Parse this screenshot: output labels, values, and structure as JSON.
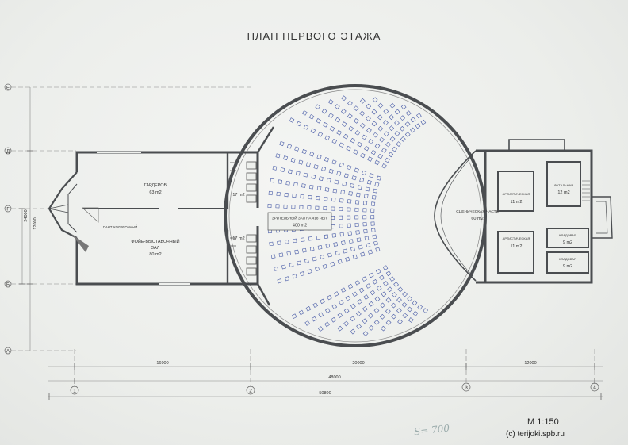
{
  "title": "ПЛАН ПЕРВОГО ЭТАЖА",
  "scale": "М 1:150",
  "credit": "(c) terijoki.spb.ru",
  "handwritten_note": "S= 700",
  "rooms": {
    "cloakroom_name": "ГАРДЕРОБ",
    "cloakroom_area": "63 m2",
    "foyer_name1": "ФОЙЕ-ВЫСТАВОЧНЫЙ",
    "foyer_name2": "ЗАЛ",
    "foyer_area": "80 m2",
    "wc_top_area": "17 m2",
    "wc_bottom_area": "17 m2",
    "hall_name": "ЗРИТЕЛЬНЫЙ ЗАЛ НА 418 ЧЕЛ.",
    "hall_area": "400 m2",
    "stage_name": "СЦЕНИЧЕСКАЯ ЧАСТЬ",
    "stage_area": "60 m2",
    "art1_name": "АРТИСТИЧЕСКАЯ",
    "art1_area": "11 m2",
    "art2_name": "АРТИСТИЧЕСКАЯ",
    "art2_area": "11 m2",
    "music_name": "ФУТАЛЬНАЯ",
    "music_area": "12 m2",
    "store1_name": "КЛАДОВАЯ",
    "store1_area": "9 m2",
    "store2_name": "КЛАДОВАЯ",
    "store2_area": "9 m2",
    "coat_note": "ПАНТ. КОЛЯСОЧНЫЙ"
  },
  "dimensions": {
    "left_vertical_outer": "24000",
    "left_vertical_inner": "12000",
    "seg1": "16000",
    "seg2": "20000",
    "seg3": "12000",
    "total_inner": "48000",
    "total_outer": "50800"
  },
  "axes": {
    "v1": "1",
    "v2": "2",
    "v3": "3",
    "v4": "4",
    "h_e": "Е",
    "h_d": "Д",
    "h_g": "Г",
    "h_b": "Б",
    "h_a": "А"
  },
  "colors": {
    "wall": "#4a4d50",
    "line": "#555555",
    "seat": "#4a5da8",
    "paper": "#eef0ed"
  }
}
